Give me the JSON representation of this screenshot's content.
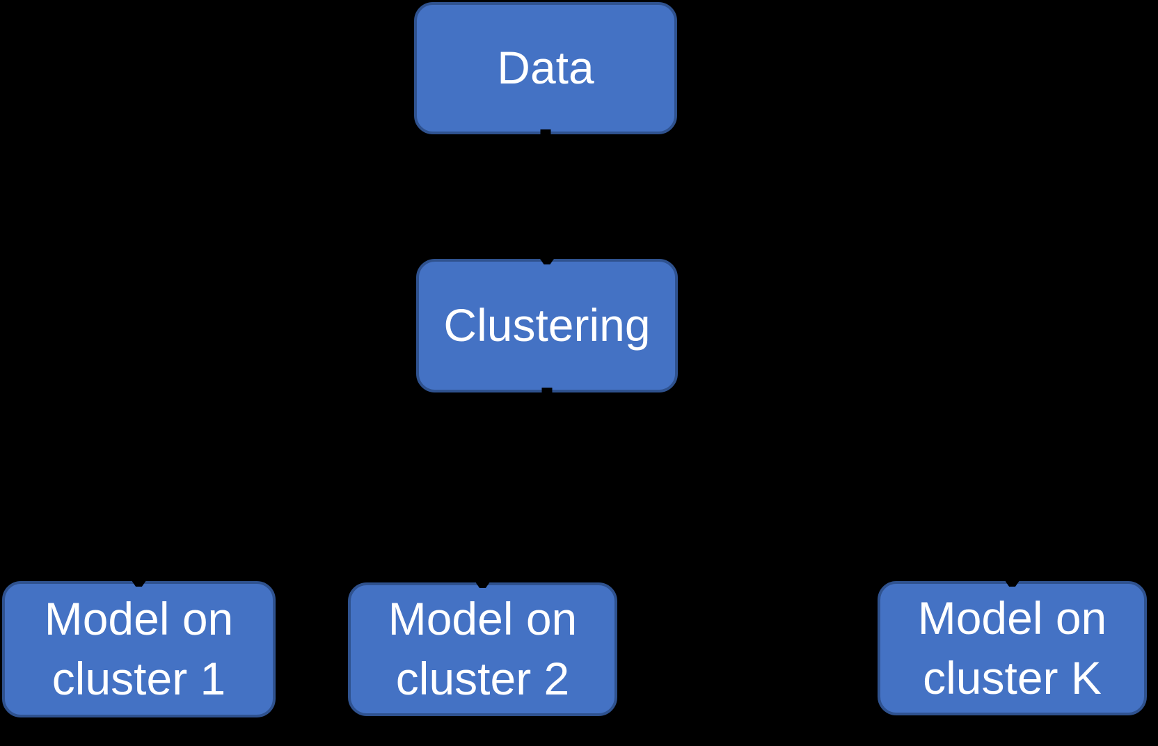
{
  "diagram": {
    "type": "flowchart",
    "background_color": "#000000",
    "node_fill_color": "#4472C4",
    "node_border_color": "#2F528F",
    "node_text_color": "#FFFFFF",
    "connector_color": "#000000",
    "nodes": [
      {
        "id": "data",
        "label": "Data"
      },
      {
        "id": "clustering",
        "label": "Clustering"
      },
      {
        "id": "model-1",
        "label": "Model on cluster 1"
      },
      {
        "id": "model-2",
        "label": "Model on cluster 2"
      },
      {
        "id": "model-k",
        "label": "Model on cluster K"
      }
    ],
    "edges": [
      {
        "from": "data",
        "to": "clustering"
      },
      {
        "from": "clustering",
        "to": "model-1"
      },
      {
        "from": "clustering",
        "to": "model-2"
      },
      {
        "from": "clustering",
        "to": "model-k"
      }
    ]
  }
}
